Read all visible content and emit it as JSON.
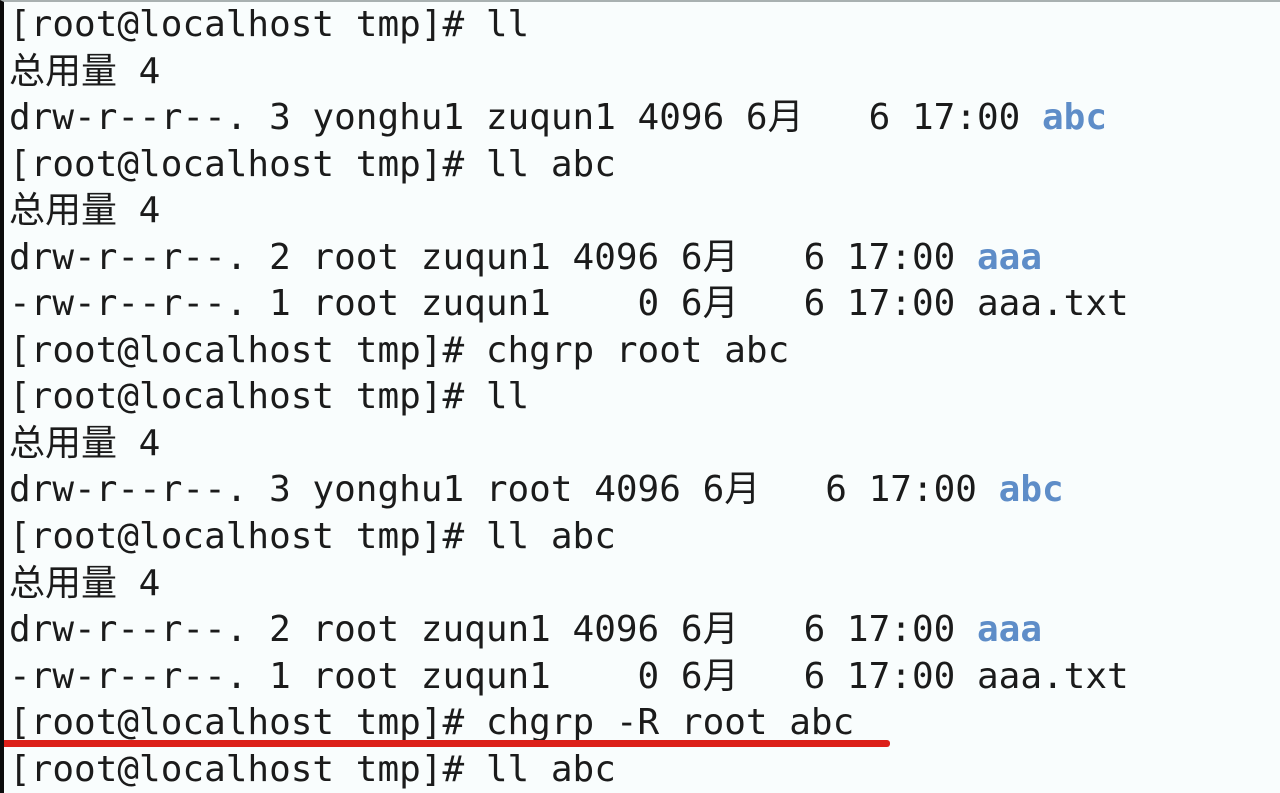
{
  "app": {
    "kind": "linux-terminal",
    "prompt": "[root@localhost tmp]# "
  },
  "colors": {
    "background": "#f9fdfd",
    "text": "#1b1b1b",
    "directory_blue": "#5e8dc8",
    "annotation_red": "#dc2019",
    "left_border_black": "#0c0c0c"
  },
  "annotation": {
    "type": "red-underline",
    "color": "#dc2019",
    "marks_line_index": 15,
    "marks_text": "[root@localhost tmp]# chgrp -R root abc"
  },
  "lines": [
    {
      "segments": [
        {
          "text": "[root@localhost tmp]# ll",
          "role": "command"
        }
      ]
    },
    {
      "segments": [
        {
          "text": "总用量 4",
          "role": "output"
        }
      ]
    },
    {
      "segments": [
        {
          "text": "drw-r--r--. 3 yonghu1 zuqun1 4096 6月   6 17:00 ",
          "role": "output"
        },
        {
          "text": "abc",
          "role": "directory"
        }
      ]
    },
    {
      "segments": [
        {
          "text": "[root@localhost tmp]# ll abc",
          "role": "command"
        }
      ]
    },
    {
      "segments": [
        {
          "text": "总用量 4",
          "role": "output"
        }
      ]
    },
    {
      "segments": [
        {
          "text": "drw-r--r--. 2 root zuqun1 4096 6月   6 17:00 ",
          "role": "output"
        },
        {
          "text": "aaa",
          "role": "directory"
        }
      ]
    },
    {
      "segments": [
        {
          "text": "-rw-r--r--. 1 root zuqun1    0 6月   6 17:00 aaa.txt",
          "role": "output"
        }
      ]
    },
    {
      "segments": [
        {
          "text": "[root@localhost tmp]# chgrp root abc",
          "role": "command"
        }
      ]
    },
    {
      "segments": [
        {
          "text": "[root@localhost tmp]# ll",
          "role": "command"
        }
      ]
    },
    {
      "segments": [
        {
          "text": "总用量 4",
          "role": "output"
        }
      ]
    },
    {
      "segments": [
        {
          "text": "drw-r--r--. 3 yonghu1 root 4096 6月   6 17:00 ",
          "role": "output"
        },
        {
          "text": "abc",
          "role": "directory"
        }
      ]
    },
    {
      "segments": [
        {
          "text": "[root@localhost tmp]# ll abc",
          "role": "command"
        }
      ]
    },
    {
      "segments": [
        {
          "text": "总用量 4",
          "role": "output"
        }
      ]
    },
    {
      "segments": [
        {
          "text": "drw-r--r--. 2 root zuqun1 4096 6月   6 17:00 ",
          "role": "output"
        },
        {
          "text": "aaa",
          "role": "directory"
        }
      ]
    },
    {
      "segments": [
        {
          "text": "-rw-r--r--. 1 root zuqun1    0 6月   6 17:00 aaa.txt",
          "role": "output"
        }
      ]
    },
    {
      "segments": [
        {
          "text": "[root@localhost tmp]# chgrp -R root abc",
          "role": "command"
        }
      ],
      "underline": true
    },
    {
      "segments": [
        {
          "text": "[root@localhost tmp]# ll abc",
          "role": "command"
        }
      ]
    }
  ]
}
